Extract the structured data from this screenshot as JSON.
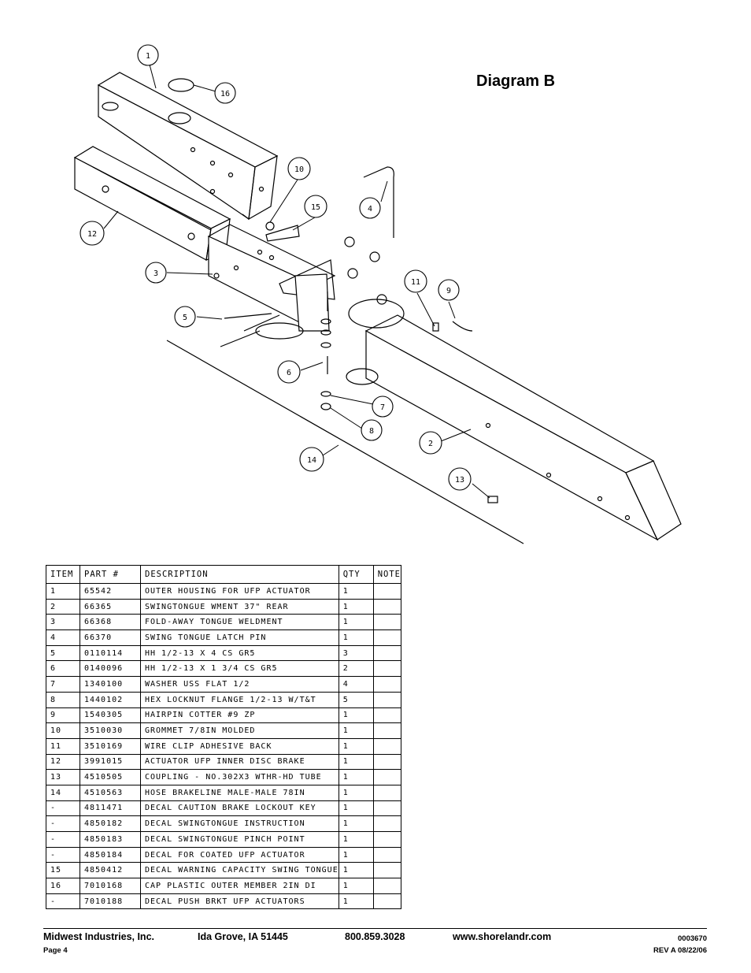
{
  "diagram": {
    "title": "Diagram B",
    "callouts": [
      "1",
      "16",
      "10",
      "15",
      "4",
      "12",
      "3",
      "11",
      "9",
      "5",
      "6",
      "7",
      "8",
      "2",
      "14",
      "13"
    ]
  },
  "parts_table": {
    "headers": [
      "ITEM",
      "PART #",
      "DESCRIPTION",
      "QTY",
      "NOTE"
    ],
    "rows": [
      {
        "item": "1",
        "part": "65542",
        "description": "OUTER HOUSING FOR UFP ACTUATOR",
        "qty": "1",
        "note": ""
      },
      {
        "item": "2",
        "part": "66365",
        "description": "SWINGTONGUE WMENT 37\" REAR",
        "qty": "1",
        "note": ""
      },
      {
        "item": "3",
        "part": "66368",
        "description": "FOLD-AWAY TONGUE WELDMENT",
        "qty": "1",
        "note": ""
      },
      {
        "item": "4",
        "part": "66370",
        "description": "SWING TONGUE LATCH PIN",
        "qty": "1",
        "note": ""
      },
      {
        "item": "5",
        "part": "0110114",
        "description": "HH 1/2-13 X 4 CS GR5",
        "qty": "3",
        "note": ""
      },
      {
        "item": "6",
        "part": "0140096",
        "description": "HH 1/2-13 X 1 3/4 CS GR5",
        "qty": "2",
        "note": ""
      },
      {
        "item": "7",
        "part": "1340100",
        "description": "WASHER USS FLAT 1/2",
        "qty": "4",
        "note": ""
      },
      {
        "item": "8",
        "part": "1440102",
        "description": "HEX LOCKNUT FLANGE 1/2-13 W/T&T",
        "qty": "5",
        "note": ""
      },
      {
        "item": "9",
        "part": "1540305",
        "description": "HAIRPIN COTTER #9 ZP",
        "qty": "1",
        "note": ""
      },
      {
        "item": "10",
        "part": "3510030",
        "description": "GROMMET  7/8IN MOLDED",
        "qty": "1",
        "note": ""
      },
      {
        "item": "11",
        "part": "3510169",
        "description": "WIRE CLIP   ADHESIVE BACK",
        "qty": "1",
        "note": ""
      },
      {
        "item": "12",
        "part": "3991015",
        "description": "ACTUATOR UFP INNER  DISC BRAKE",
        "qty": "1",
        "note": ""
      },
      {
        "item": "13",
        "part": "4510505",
        "description": "COUPLING - NO.302X3 WTHR-HD TUBE",
        "qty": "1",
        "note": ""
      },
      {
        "item": "14",
        "part": "4510563",
        "description": "HOSE BRAKELINE MALE-MALE 78IN",
        "qty": "1",
        "note": ""
      },
      {
        "item": "-",
        "part": "4811471",
        "description": "DECAL CAUTION BRAKE LOCKOUT KEY",
        "qty": "1",
        "note": ""
      },
      {
        "item": "-",
        "part": "4850182",
        "description": "DECAL SWINGTONGUE INSTRUCTION",
        "qty": "1",
        "note": ""
      },
      {
        "item": "-",
        "part": "4850183",
        "description": "DECAL SWINGTONGUE PINCH POINT",
        "qty": "1",
        "note": ""
      },
      {
        "item": "-",
        "part": "4850184",
        "description": "DECAL FOR COATED UFP ACTUATOR",
        "qty": "1",
        "note": ""
      },
      {
        "item": "15",
        "part": "4850412",
        "description": "DECAL WARNING CAPACITY SWING TONGUE",
        "qty": "1",
        "note": ""
      },
      {
        "item": "16",
        "part": "7010168",
        "description": "CAP  PLASTIC OUTER MEMBER 2IN DI",
        "qty": "1",
        "note": ""
      },
      {
        "item": "-",
        "part": "7010188",
        "description": "DECAL PUSH BRKT UFP ACTUATORS",
        "qty": "1",
        "note": ""
      }
    ]
  },
  "footer": {
    "company": "Midwest Industries, Inc.",
    "location": "Ida Grove, IA  51445",
    "phone": "800.859.3028",
    "website": "www.shorelandr.com",
    "doc_number": "0003670",
    "page": "Page 4",
    "revision": "REV A  08/22/06"
  }
}
